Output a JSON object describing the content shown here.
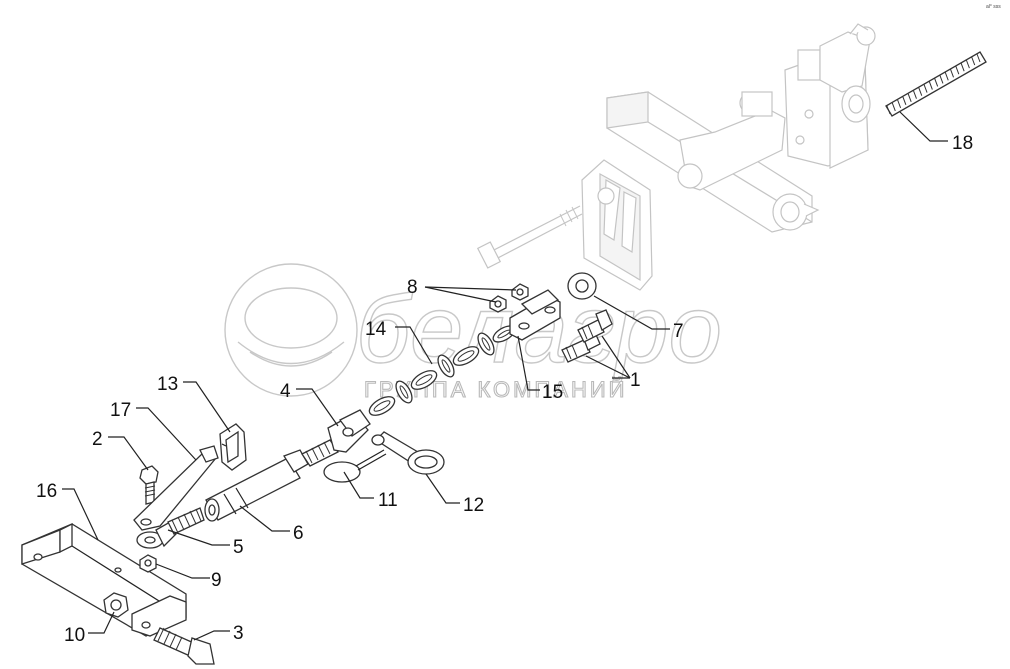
{
  "watermark": {
    "brand": "белагро",
    "subtitle": "ГРУППА КОМПАНИЙ"
  },
  "corner_mark": "al° sss",
  "callouts": [
    {
      "id": "callout-1",
      "text": "1"
    },
    {
      "id": "callout-2",
      "text": "2"
    },
    {
      "id": "callout-3",
      "text": "3"
    },
    {
      "id": "callout-4",
      "text": "4"
    },
    {
      "id": "callout-5",
      "text": "5"
    },
    {
      "id": "callout-6",
      "text": "6"
    },
    {
      "id": "callout-7",
      "text": "7"
    },
    {
      "id": "callout-8",
      "text": "8"
    },
    {
      "id": "callout-9",
      "text": "9"
    },
    {
      "id": "callout-10",
      "text": "10"
    },
    {
      "id": "callout-11",
      "text": "11"
    },
    {
      "id": "callout-12",
      "text": "12"
    },
    {
      "id": "callout-13",
      "text": "13"
    },
    {
      "id": "callout-14",
      "text": "14"
    },
    {
      "id": "callout-15",
      "text": "15"
    },
    {
      "id": "callout-16",
      "text": "16"
    },
    {
      "id": "callout-17",
      "text": "17"
    },
    {
      "id": "callout-18",
      "text": "18"
    }
  ]
}
